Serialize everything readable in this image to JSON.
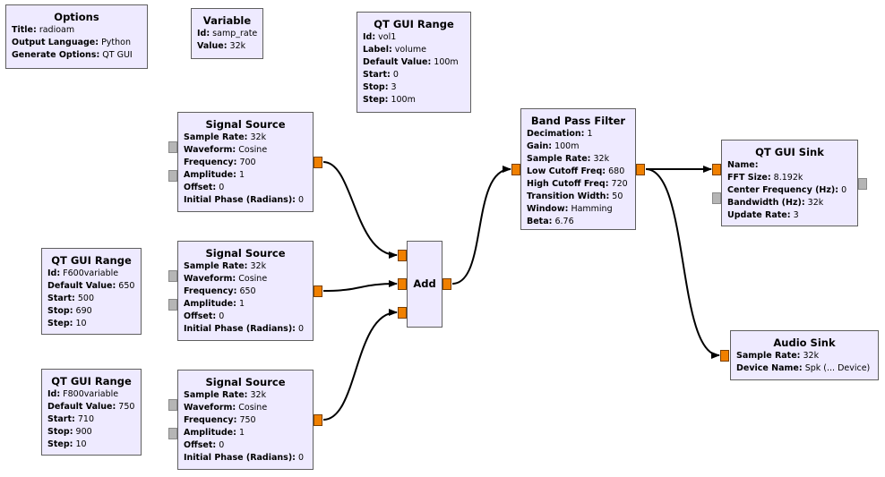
{
  "blocks": {
    "options": {
      "title": "Options",
      "params": [
        {
          "key": "Title:",
          "value": "radioam"
        },
        {
          "key": "Output Language:",
          "value": "Python"
        },
        {
          "key": "Generate Options:",
          "value": "QT GUI"
        }
      ]
    },
    "variable": {
      "title": "Variable",
      "params": [
        {
          "key": "Id:",
          "value": "samp_rate"
        },
        {
          "key": "Value:",
          "value": "32k"
        }
      ]
    },
    "qt_range_vol": {
      "title": "QT GUI Range",
      "params": [
        {
          "key": "Id:",
          "value": "vol1"
        },
        {
          "key": "Label:",
          "value": "volume"
        },
        {
          "key": "Default Value:",
          "value": "100m"
        },
        {
          "key": "Start:",
          "value": "0"
        },
        {
          "key": "Stop:",
          "value": "3"
        },
        {
          "key": "Step:",
          "value": "100m"
        }
      ]
    },
    "signal_source_1": {
      "title": "Signal Source",
      "params": [
        {
          "key": "Sample Rate:",
          "value": "32k"
        },
        {
          "key": "Waveform:",
          "value": "Cosine"
        },
        {
          "key": "Frequency:",
          "value": "700"
        },
        {
          "key": "Amplitude:",
          "value": "1"
        },
        {
          "key": "Offset:",
          "value": "0"
        },
        {
          "key": "Initial Phase (Radians):",
          "value": "0"
        }
      ]
    },
    "signal_source_2": {
      "title": "Signal Source",
      "params": [
        {
          "key": "Sample Rate:",
          "value": "32k"
        },
        {
          "key": "Waveform:",
          "value": "Cosine"
        },
        {
          "key": "Frequency:",
          "value": "650"
        },
        {
          "key": "Amplitude:",
          "value": "1"
        },
        {
          "key": "Offset:",
          "value": "0"
        },
        {
          "key": "Initial Phase (Radians):",
          "value": "0"
        }
      ]
    },
    "signal_source_3": {
      "title": "Signal Source",
      "params": [
        {
          "key": "Sample Rate:",
          "value": "32k"
        },
        {
          "key": "Waveform:",
          "value": "Cosine"
        },
        {
          "key": "Frequency:",
          "value": "750"
        },
        {
          "key": "Amplitude:",
          "value": "1"
        },
        {
          "key": "Offset:",
          "value": "0"
        },
        {
          "key": "Initial Phase (Radians):",
          "value": "0"
        }
      ]
    },
    "qt_range_f600": {
      "title": "QT GUI Range",
      "params": [
        {
          "key": "Id:",
          "value": "F600variable"
        },
        {
          "key": "Default Value:",
          "value": "650"
        },
        {
          "key": "Start:",
          "value": "500"
        },
        {
          "key": "Stop:",
          "value": "690"
        },
        {
          "key": "Step:",
          "value": "10"
        }
      ]
    },
    "qt_range_f800": {
      "title": "QT GUI Range",
      "params": [
        {
          "key": "Id:",
          "value": "F800variable"
        },
        {
          "key": "Default Value:",
          "value": "750"
        },
        {
          "key": "Start:",
          "value": "710"
        },
        {
          "key": "Stop:",
          "value": "900"
        },
        {
          "key": "Step:",
          "value": "10"
        }
      ]
    },
    "add": {
      "title": "Add"
    },
    "band_pass_filter": {
      "title": "Band Pass Filter",
      "params": [
        {
          "key": "Decimation:",
          "value": "1"
        },
        {
          "key": "Gain:",
          "value": "100m"
        },
        {
          "key": "Sample Rate:",
          "value": "32k"
        },
        {
          "key": "Low Cutoff Freq:",
          "value": "680"
        },
        {
          "key": "High Cutoff Freq:",
          "value": "720"
        },
        {
          "key": "Transition Width:",
          "value": "50"
        },
        {
          "key": "Window:",
          "value": "Hamming"
        },
        {
          "key": "Beta:",
          "value": "6.76"
        }
      ]
    },
    "qt_gui_sink": {
      "title": "QT GUI Sink",
      "params": [
        {
          "key": "Name:",
          "value": ""
        },
        {
          "key": "FFT Size:",
          "value": "8.192k"
        },
        {
          "key": "Center Frequency (Hz):",
          "value": "0"
        },
        {
          "key": "Bandwidth (Hz):",
          "value": "32k"
        },
        {
          "key": "Update Rate:",
          "value": "3"
        }
      ]
    },
    "audio_sink": {
      "title": "Audio Sink",
      "params": [
        {
          "key": "Sample Rate:",
          "value": "32k"
        },
        {
          "key": "Device Name:",
          "value": "Spk (... Device)"
        }
      ]
    }
  },
  "colors": {
    "block_fill": "#eeeaff",
    "block_border": "#5f5f5f",
    "port_active": "#f08000",
    "port_disabled": "#b5b5b5",
    "wire": "#000000"
  }
}
